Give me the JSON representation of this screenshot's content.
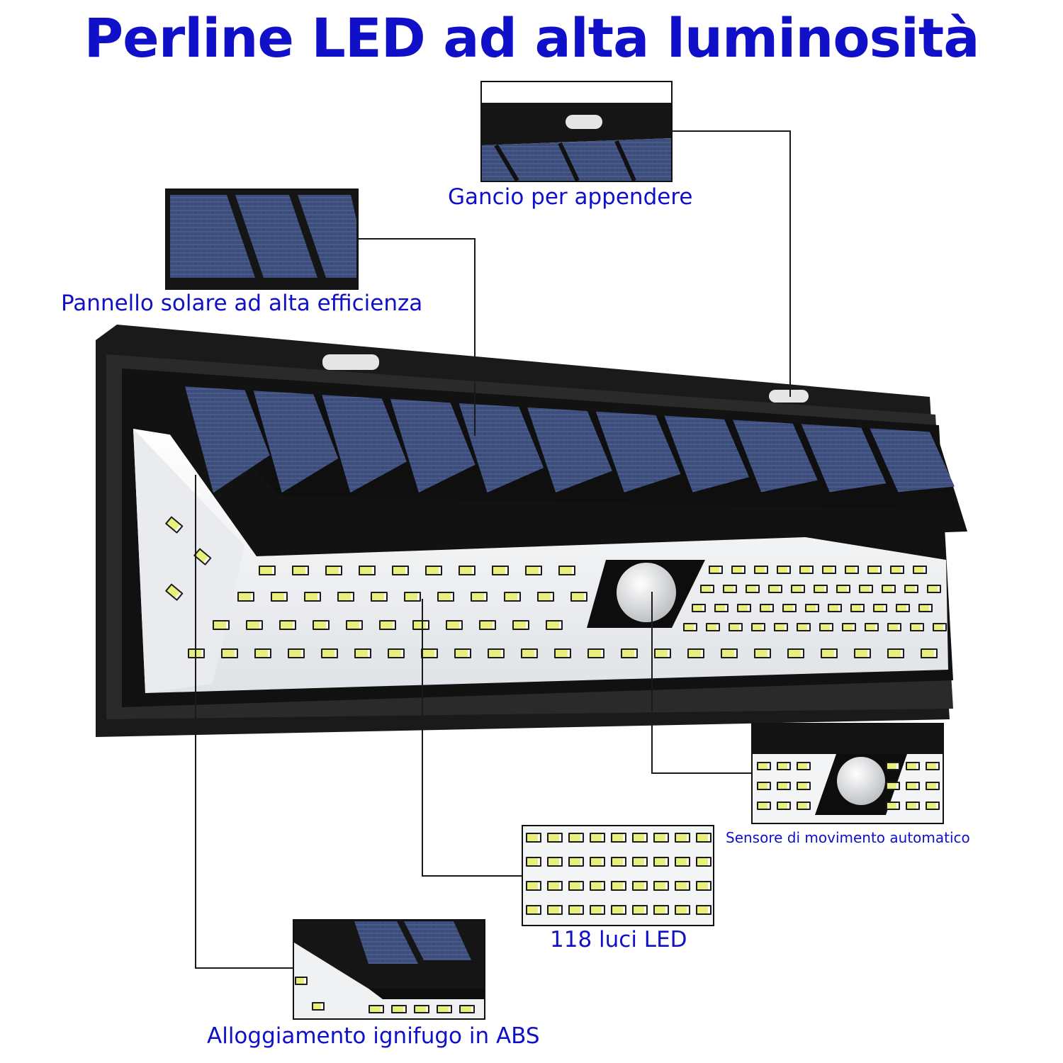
{
  "title": "Perline LED ad alta luminosità",
  "callouts": {
    "hook": "Gancio per appendere",
    "solar_panel": "Pannello solare ad alta efficienza",
    "motion_sensor": "Sensore di movimento automatico",
    "leds": "118 luci LED",
    "housing": "Alloggiamento ignifugo in ABS"
  },
  "colors": {
    "text_accent": "#1010c8",
    "housing": "#141414",
    "panel": "#3a4a78",
    "led_face": "#f2f4f6",
    "led_chip": "#e8ef7a"
  },
  "icons": {
    "hook": "hanging-hook-icon",
    "sensor": "pir-sensor-icon"
  }
}
